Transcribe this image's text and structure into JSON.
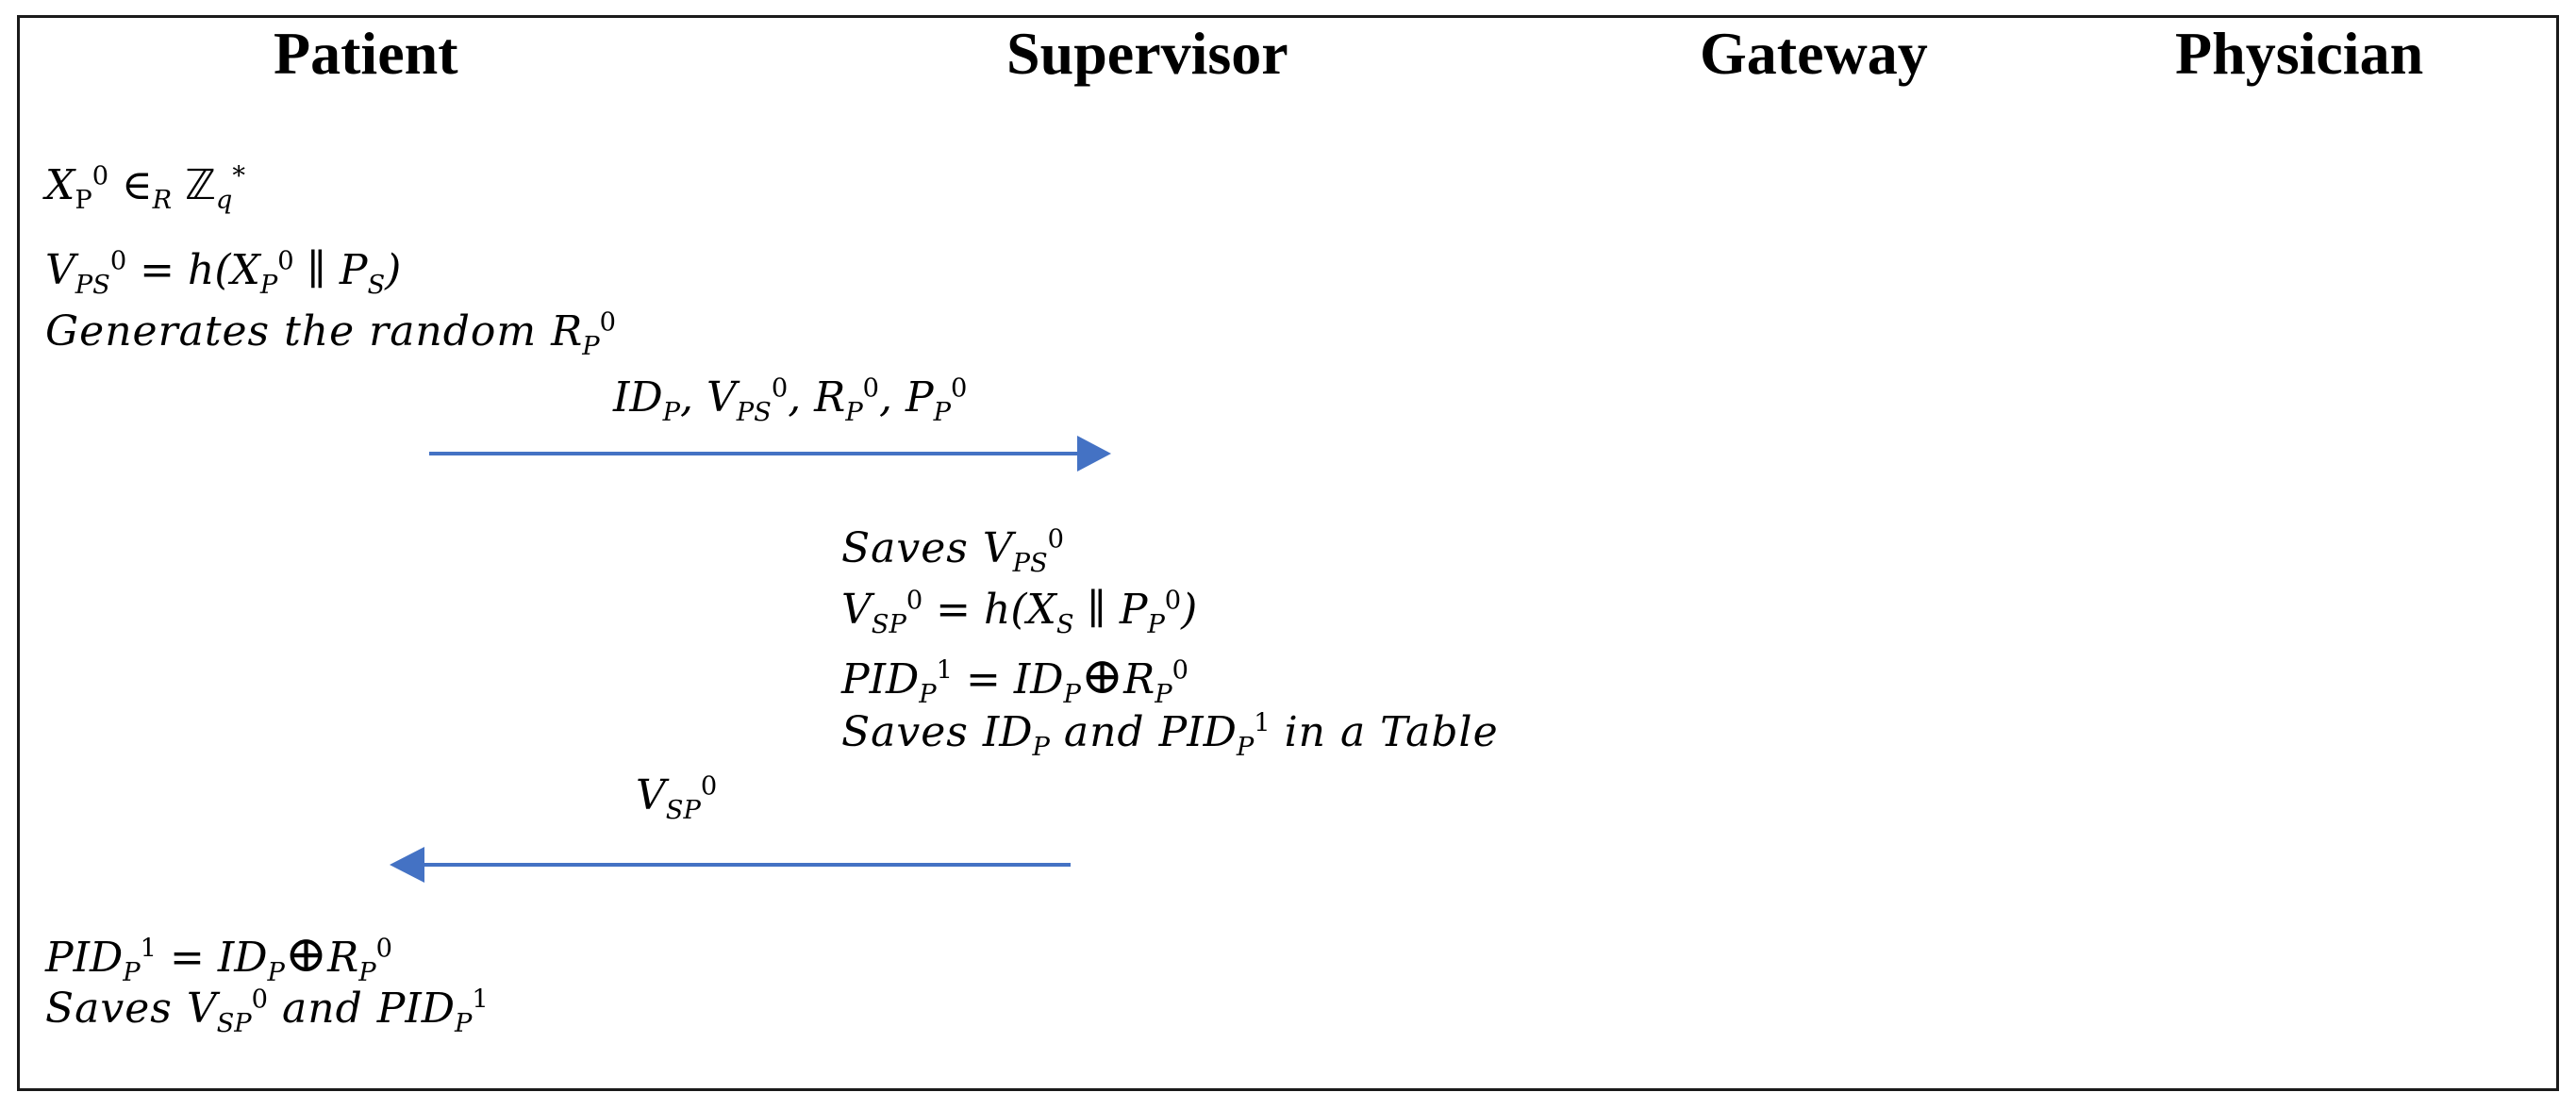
{
  "participants": {
    "patient": "Patient",
    "supervisor": "Supervisor",
    "gateway": "Gateway",
    "physician": "Physician"
  },
  "patient_step1": {
    "x_label": "X",
    "x_sub": "P",
    "x_sup": "0",
    "member_of": "∈",
    "member_sub": "R",
    "z_symbol": "ℤ",
    "z_sub": "q",
    "z_sup": "*"
  },
  "patient_step2": {
    "v_label": "V",
    "v_sub": "PS",
    "v_sup": "0",
    "eq_hash": " = h(",
    "x_label": "X",
    "x_sub": "P",
    "x_sup": "0",
    "concat": " ∥ ",
    "p_label": "P",
    "p_sub": "S",
    "close": ")"
  },
  "patient_step3": {
    "text": "Generates the random ",
    "r_label": "R",
    "r_sub": "P",
    "r_sup": "0"
  },
  "message1": {
    "id_label": "ID",
    "id_sub": "P",
    "sep1": ", ",
    "v_label": "V",
    "v_sub": "PS",
    "v_sup": "0",
    "sep2": ", ",
    "r_label": "R",
    "r_sub": "P",
    "r_sup": "0",
    "sep3": ", ",
    "p_label": "P",
    "p_sub": "P",
    "p_sup": "0"
  },
  "supervisor_step1": {
    "text": "Saves ",
    "v_label": "V",
    "v_sub": "PS",
    "v_sup": "0"
  },
  "supervisor_step2": {
    "v_label": "V",
    "v_sub": "SP",
    "v_sup": "0",
    "eq_hash": " = h(",
    "x_label": "X",
    "x_sub": "S",
    "concat": " ∥ ",
    "p_label": "P",
    "p_sub": "P",
    "p_sup": "0",
    "close": ")"
  },
  "supervisor_step3": {
    "pid_label": "PID",
    "pid_sub": "P",
    "pid_sup": "1",
    "eq": " = ",
    "id_label": "ID",
    "id_sub": "P",
    "xor": "⊕",
    "r_label": "R",
    "r_sub": "P",
    "r_sup": "0"
  },
  "supervisor_step4": {
    "text1": "Saves ",
    "id_label": "ID",
    "id_sub": "P",
    "text2": " and ",
    "pid_label": "PID",
    "pid_sub": "P",
    "pid_sup": "1",
    "text3": " in a Table"
  },
  "message2": {
    "v_label": "V",
    "v_sub": "SP",
    "v_sup": "0"
  },
  "patient_step4": {
    "pid_label": "PID",
    "pid_sub": "P",
    "pid_sup": "1",
    "eq": " =  ",
    "id_label": "ID",
    "id_sub": "P",
    "xor": "⊕",
    "r_label": "R",
    "r_sub": "P",
    "r_sup": "0"
  },
  "patient_step5": {
    "text1": "Saves ",
    "v_label": "V",
    "v_sub": "SP",
    "v_sup": "0",
    "text2": " and  ",
    "pid_label": "PID",
    "pid_sub": "P",
    "pid_sup": "1"
  },
  "colors": {
    "arrow": "#4472C4",
    "border": "#1a1a1a",
    "text": "#000000"
  }
}
